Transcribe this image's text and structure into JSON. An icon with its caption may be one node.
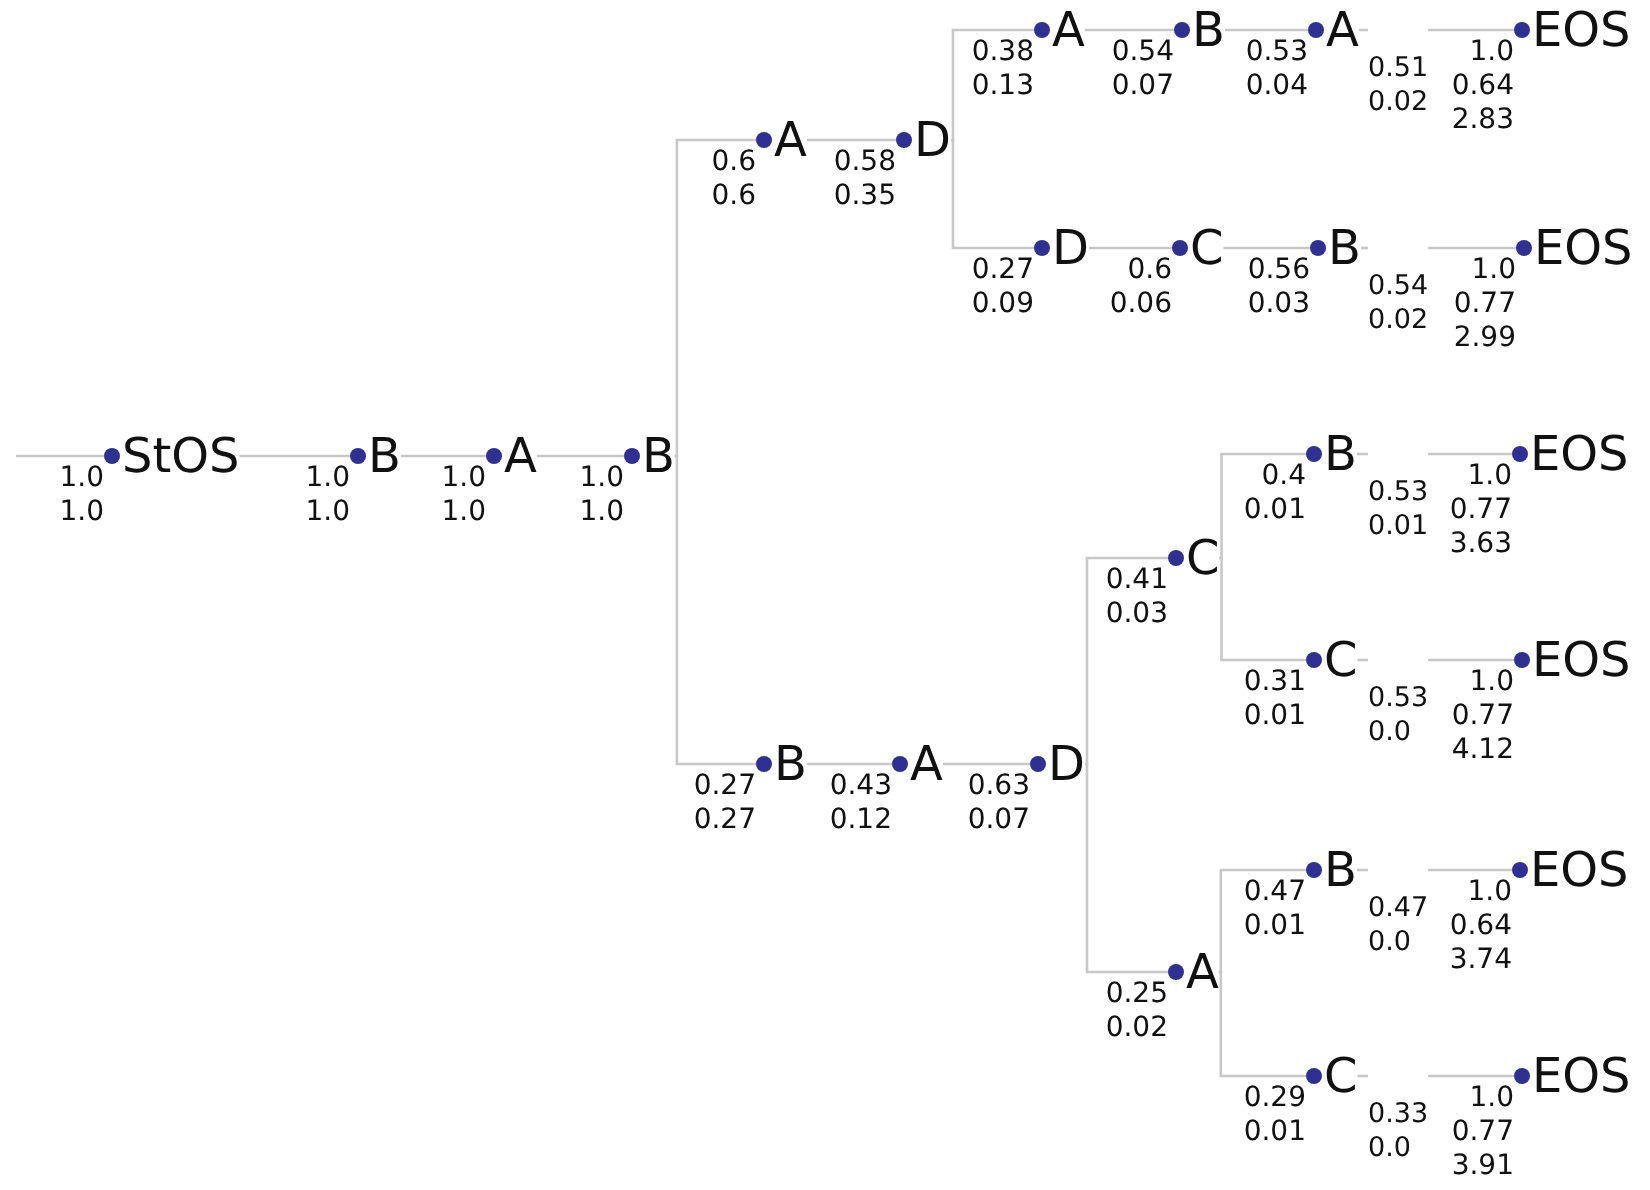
{
  "diagram": {
    "nodes": [
      {
        "text": [
          "StOS"
        ],
        "beside": [
          "1.0",
          "1.0"
        ]
      },
      {
        "text": [
          "B"
        ],
        "beside": [
          "1.0",
          "1.0"
        ]
      },
      {
        "text": [
          "A"
        ],
        "beside": [
          "1.0",
          "1.0"
        ]
      },
      {
        "text": [
          "B"
        ],
        "beside": [
          "1.0",
          "1.0"
        ]
      },
      {
        "text": [
          "A"
        ],
        "beside": [
          "0.6",
          "0.6"
        ]
      },
      {
        "text": [
          "D"
        ],
        "beside": [
          "0.58",
          "0.35"
        ]
      },
      {
        "text": [
          "A"
        ],
        "beside": [
          "0.38",
          "0.13"
        ]
      },
      {
        "text": [
          "B"
        ],
        "beside": [
          "0.54",
          "0.07"
        ]
      },
      {
        "text": [
          "A"
        ],
        "beside": [
          "0.53",
          "0.04"
        ]
      },
      {
        "text": [
          "0.51",
          "0.02"
        ]
      },
      {
        "text": [
          "EOS"
        ],
        "beside": [
          "1.0",
          "0.64",
          "2.83"
        ]
      },
      {
        "text": [
          "D"
        ],
        "beside": [
          "0.27",
          "0.09"
        ]
      },
      {
        "text": [
          "C"
        ],
        "beside": [
          "0.6",
          "0.06"
        ]
      },
      {
        "text": [
          "B"
        ],
        "beside": [
          "0.56",
          "0.03"
        ]
      },
      {
        "text": [
          "0.54",
          "0.02"
        ]
      },
      {
        "text": [
          "EOS"
        ],
        "beside": [
          "1.0",
          "0.77",
          "2.99"
        ]
      },
      {
        "text": [
          "B"
        ],
        "beside": [
          "0.27",
          "0.27"
        ]
      },
      {
        "text": [
          "A"
        ],
        "beside": [
          "0.43",
          "0.12"
        ]
      },
      {
        "text": [
          "D"
        ],
        "beside": [
          "0.63",
          "0.07"
        ]
      },
      {
        "text": [
          "C"
        ],
        "beside": [
          "0.41",
          "0.03"
        ]
      },
      {
        "text": [
          "B"
        ],
        "beside": [
          "0.4",
          "0.01"
        ]
      },
      {
        "text": [
          "0.53",
          "0.01"
        ]
      },
      {
        "text": [
          "EOS"
        ],
        "beside": [
          "1.0",
          "0.77",
          "3.63"
        ]
      },
      {
        "text": [
          "C"
        ],
        "beside": [
          "0.31",
          "0.01"
        ]
      },
      {
        "text": [
          "0.53",
          "0.0"
        ]
      },
      {
        "text": [
          "EOS"
        ],
        "beside": [
          "1.0",
          "0.77",
          "4.12"
        ]
      },
      {
        "text": [
          "A"
        ],
        "beside": [
          "0.25",
          "0.02"
        ]
      },
      {
        "text": [
          "B"
        ],
        "beside": [
          "0.47",
          "0.01"
        ]
      },
      {
        "text": [
          "0.47",
          "0.0"
        ]
      },
      {
        "text": [
          "EOS"
        ],
        "beside": [
          "1.0",
          "0.64",
          "3.74"
        ]
      },
      {
        "text": [
          "C"
        ],
        "beside": [
          "0.29",
          "0.01"
        ]
      },
      {
        "text": [
          "0.33",
          "0.0"
        ]
      },
      {
        "text": [
          "EOS"
        ],
        "beside": [
          "1.0",
          "0.77",
          "3.91"
        ]
      }
    ],
    "edges": [
      {
        "from": null,
        "to": 0,
        "arrow": "none"
      },
      {
        "from": 0,
        "to": 1,
        "arrow": "none"
      },
      {
        "from": 1,
        "to": 2,
        "arrow": "none"
      },
      {
        "from": 2,
        "to": 3,
        "arrow": "none"
      },
      {
        "from": 3,
        "to": 4,
        "arrow": "none"
      },
      {
        "from": 4,
        "to": 5,
        "arrow": "none"
      },
      {
        "from": 5,
        "to": 6,
        "arrow": "none"
      },
      {
        "from": 6,
        "to": 7,
        "arrow": "none"
      },
      {
        "from": 7,
        "to": 8,
        "arrow": "none"
      },
      {
        "from": 8,
        "to": 9,
        "arrow": "none"
      },
      {
        "from": 9,
        "to": 10,
        "arrow": "none"
      },
      {
        "from": 5,
        "to": 11,
        "arrow": "none"
      },
      {
        "from": 11,
        "to": 12,
        "arrow": "none"
      },
      {
        "from": 12,
        "to": 13,
        "arrow": "none"
      },
      {
        "from": 13,
        "to": 14,
        "arrow": "none"
      },
      {
        "from": 14,
        "to": 15,
        "arrow": "none"
      },
      {
        "from": 3,
        "to": 16,
        "arrow": "none"
      },
      {
        "from": 16,
        "to": 17,
        "arrow": "none"
      },
      {
        "from": 17,
        "to": 18,
        "arrow": "none"
      },
      {
        "from": 18,
        "to": 19,
        "arrow": "none"
      },
      {
        "from": 19,
        "to": 20,
        "arrow": "none"
      },
      {
        "from": 20,
        "to": 21,
        "arrow": "none"
      },
      {
        "from": 21,
        "to": 22,
        "arrow": "none"
      },
      {
        "from": 19,
        "to": 23,
        "arrow": "none"
      },
      {
        "from": 23,
        "to": 24,
        "arrow": "none"
      },
      {
        "from": 24,
        "to": 25,
        "arrow": "none"
      },
      {
        "from": 18,
        "to": 26,
        "arrow": "none"
      },
      {
        "from": 26,
        "to": 27,
        "arrow": "none"
      },
      {
        "from": 27,
        "to": 28,
        "arrow": "none"
      },
      {
        "from": 28,
        "to": 29,
        "arrow": "none"
      },
      {
        "from": 26,
        "to": 30,
        "arrow": "none"
      },
      {
        "from": 30,
        "to": 31,
        "arrow": "none"
      },
      {
        "from": 31,
        "to": 32,
        "arrow": "none"
      }
    ]
  }
}
